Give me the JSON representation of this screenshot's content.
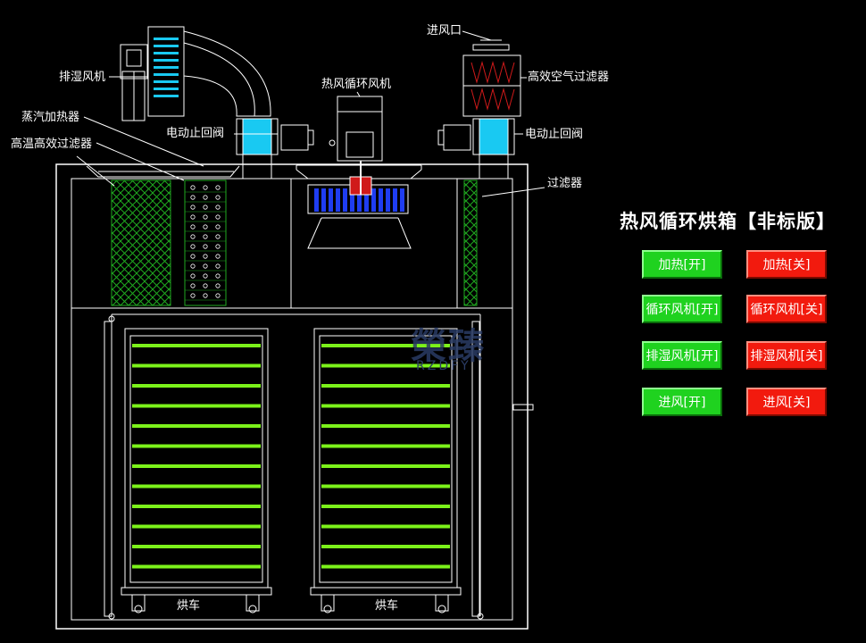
{
  "title": "热风循环烘箱【非标版】",
  "labels": {
    "exhaust_fan": "排湿风机",
    "steam_heater": "蒸汽加热器",
    "hepa_high_temp": "高温高效过滤器",
    "circulation_fan": "热风循环风机",
    "air_inlet": "进风口",
    "hepa_air": "高效空气过滤器",
    "valve_left": "电动止回阀",
    "valve_right": "电动止回阀",
    "filter": "过滤器",
    "cart_left": "烘车",
    "cart_right": "烘车"
  },
  "controls": {
    "heat_on": "加热[开]",
    "heat_off": "加热[关]",
    "circ_on": "循环风机[开]",
    "circ_off": "循环风机[关]",
    "exhaust_on": "排湿风机[开]",
    "exhaust_off": "排湿风机[关]",
    "inlet_on": "进风[开]",
    "inlet_off": "进风[关]"
  },
  "watermark": {
    "logo": "榮臻",
    "sub": "RZDFY"
  },
  "colors": {
    "on": "#1fd21f",
    "off": "#f21a0e",
    "shelf": "#7cf21a",
    "valve": "#19c9f2",
    "fan_blue": "#1f3df2",
    "filter_green": "#1fa81f",
    "exhaust_bars": "#19c9f2",
    "line": "#ffffff",
    "heater_red": "#d01a1a"
  }
}
